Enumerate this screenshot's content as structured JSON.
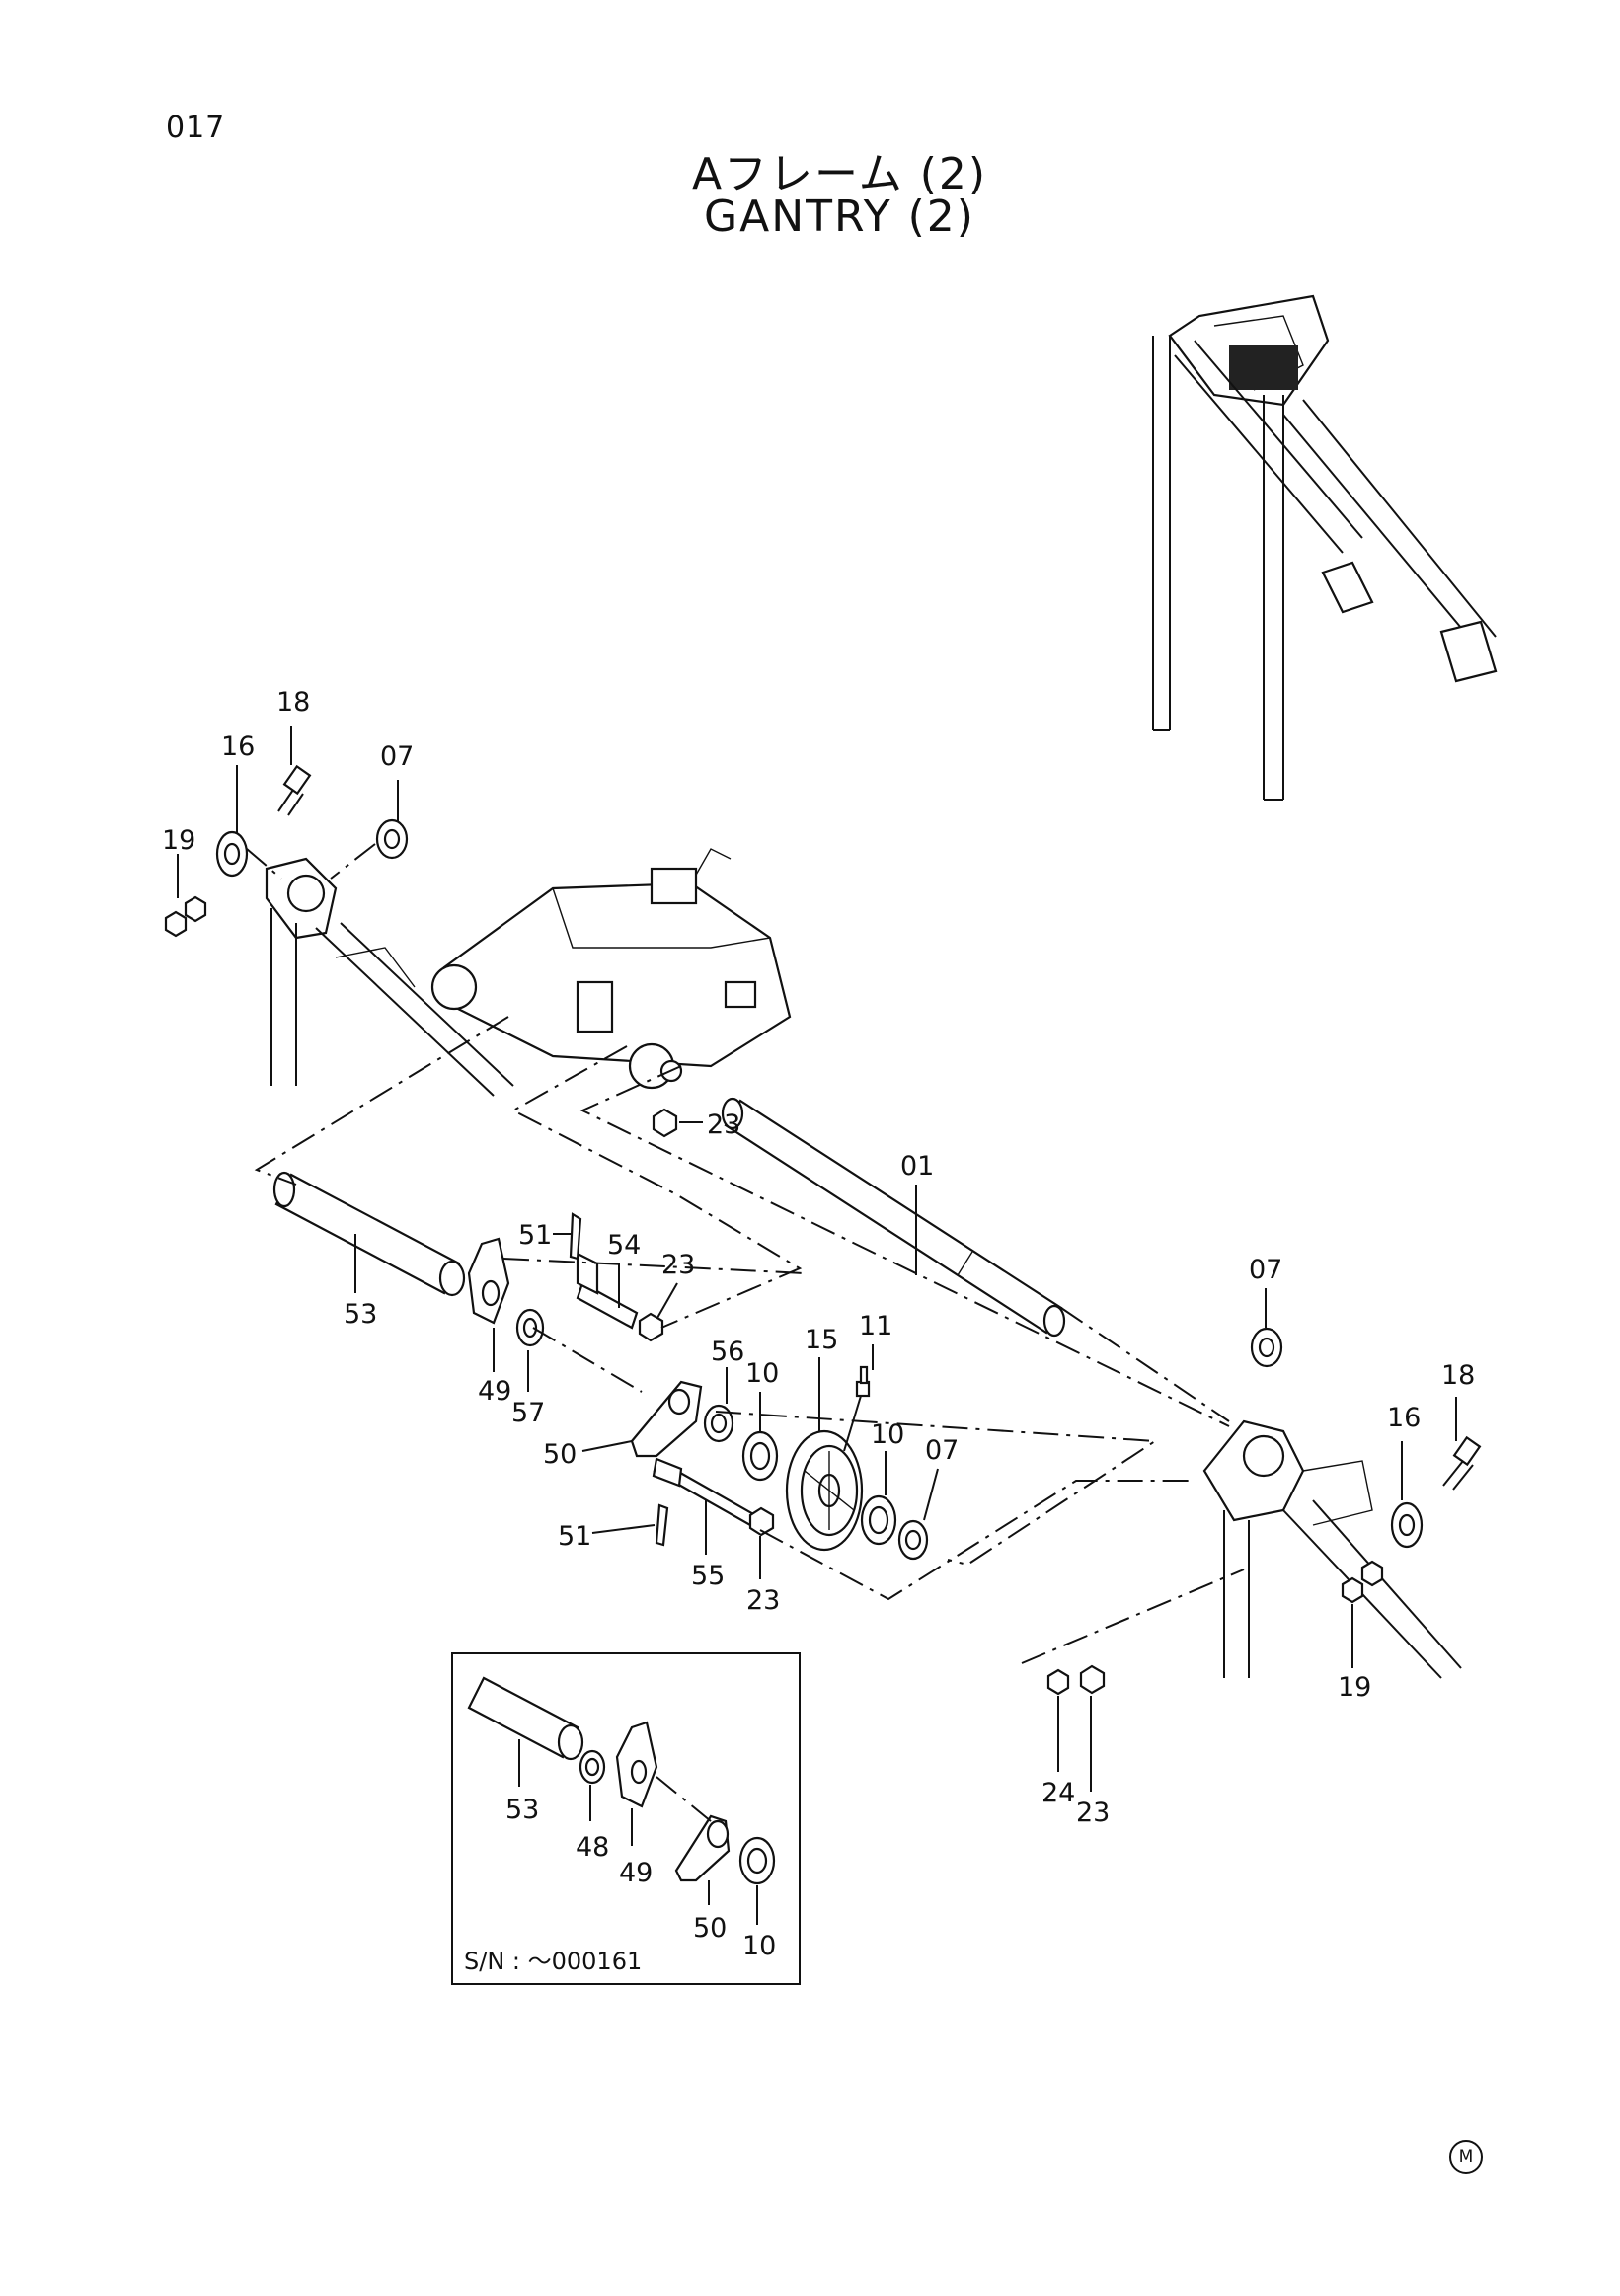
{
  "page_number": "017",
  "title_jp": "Aフレーム (2)",
  "title_en": "GANTRY (2)",
  "callouts": {
    "c18a": "18",
    "c16a": "16",
    "c07a": "07",
    "c19a": "19",
    "c23a": "23",
    "c01": "01",
    "c51a": "51",
    "c54": "54",
    "c23b": "23",
    "c53": "53",
    "c49": "49",
    "c57": "57",
    "c56": "56",
    "c10a": "10",
    "c15": "15",
    "c11": "11",
    "c50": "50",
    "c10b": "10",
    "c07b": "07",
    "c51b": "51",
    "c55": "55",
    "c23c": "23",
    "c07c": "07",
    "c18b": "18",
    "c16b": "16",
    "c19b": "19",
    "c24": "24",
    "c23d": "23",
    "i53": "53",
    "i48": "48",
    "i49": "49",
    "i50": "50",
    "i10": "10"
  },
  "inset": {
    "serial_label": "S/N :  ～000161"
  },
  "mark": "M"
}
